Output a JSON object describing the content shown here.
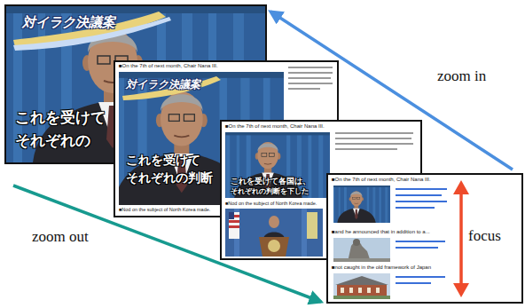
{
  "diagram": {
    "nodes": [
      {
        "text": [
          "対イラク決議案",
          "これを受けて",
          "それぞれの"
        ]
      },
      {
        "text": [
          "■On the 7th of next month, Chair Nana III.",
          "対イラク決議案",
          "これを受けて",
          "それぞれの判断",
          "■Nod on the subject of North Korea made."
        ]
      },
      {
        "text": [
          "■On the 7th of next month, Chair Nana III.",
          "これを受けて各国は、",
          "それぞれの判断を下した",
          "■Nod on the subject of North Korea made."
        ]
      },
      {
        "text": [
          "■On the 7th of next month, Chair Nana III.",
          "■and he announced that in addition to a...",
          "■not caught in the old framework of Japan"
        ]
      }
    ],
    "edges": [
      {
        "from": 3,
        "to": 0,
        "arrow": "to"
      },
      {
        "from": 0,
        "to": 3,
        "arrow": "to"
      }
    ],
    "labels": [
      "zoom in",
      "zoom out",
      "focus"
    ]
  }
}
